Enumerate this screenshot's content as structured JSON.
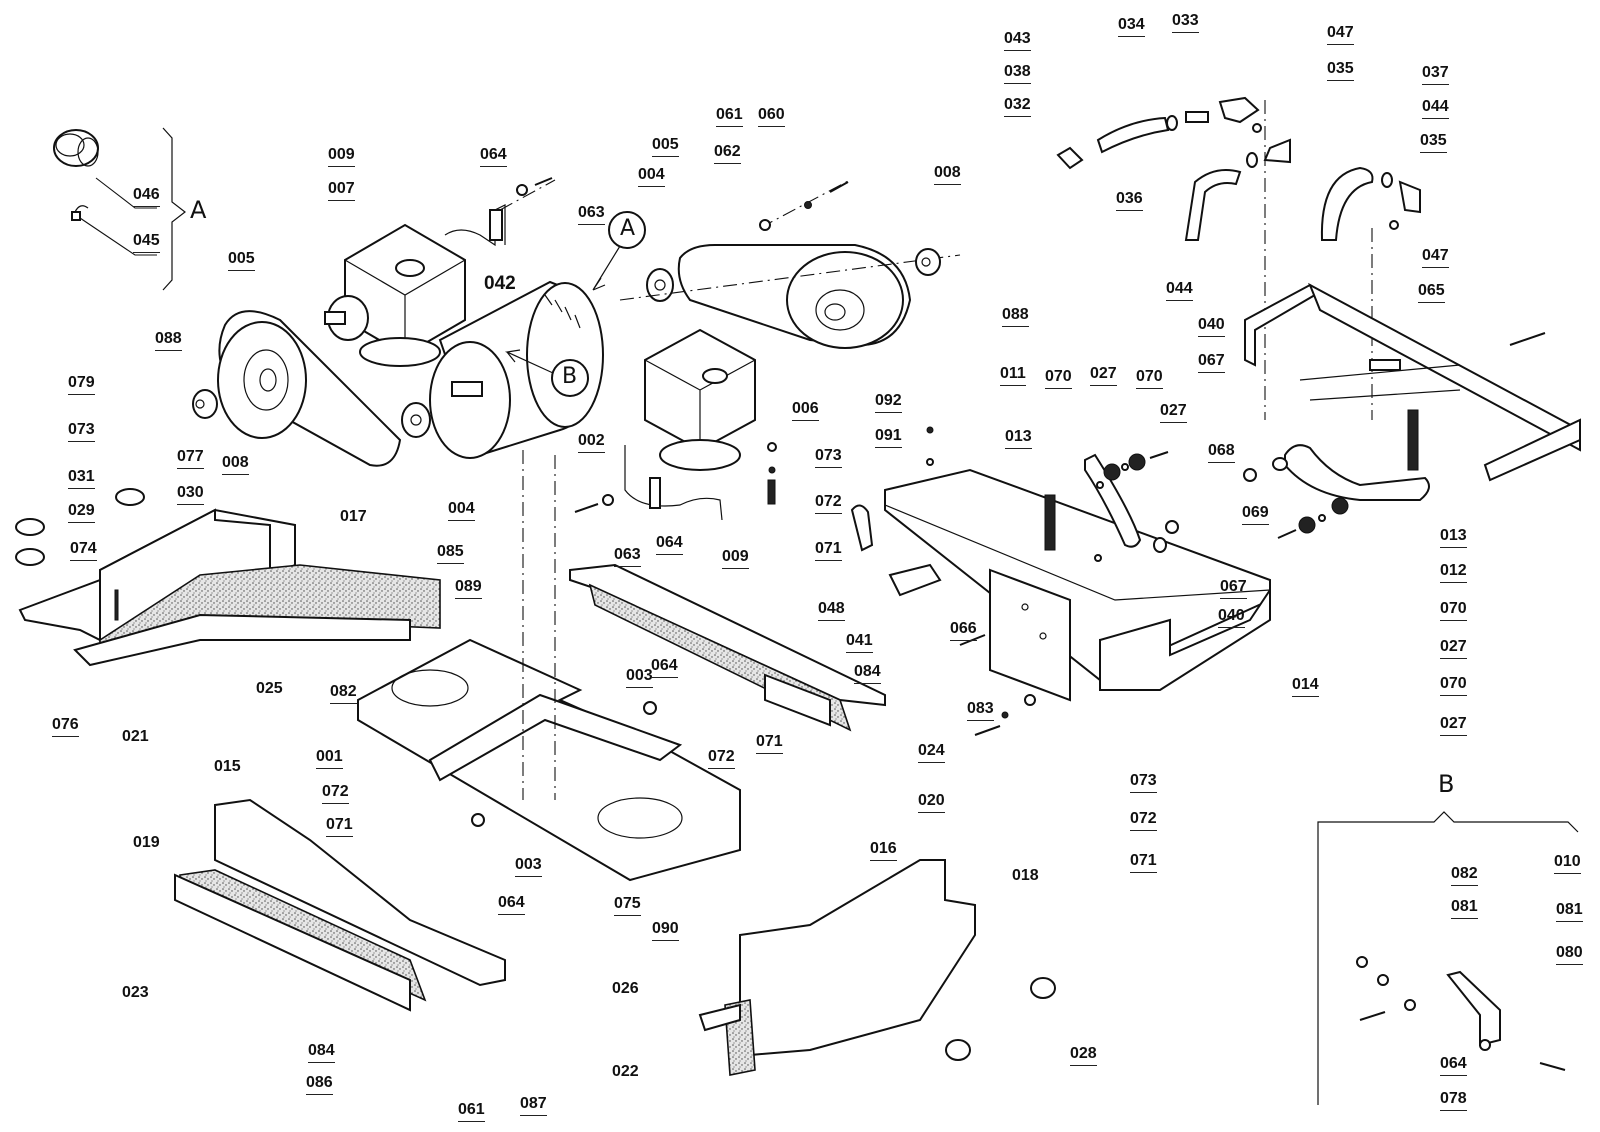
{
  "diagram": {
    "type": "exploded-parts-view",
    "detail_views": [
      {
        "id": "A",
        "label": "A",
        "parts": [
          "046",
          "045"
        ]
      },
      {
        "id": "B",
        "label": "B",
        "parts": [
          "082",
          "081",
          "010",
          "081",
          "080",
          "064",
          "078"
        ]
      }
    ],
    "callouts": {
      "A": "A",
      "B": "B"
    },
    "labels": {
      "l046": "046",
      "l045": "045",
      "lA_bracket": "A",
      "l009a": "009",
      "l007": "007",
      "l064a": "064",
      "l063a": "063",
      "l005a": "005",
      "l088a": "088",
      "l008a": "008",
      "l042": "042",
      "l004a": "004",
      "l005b": "005",
      "l061a": "061",
      "l060": "060",
      "l062": "062",
      "l008b": "008",
      "l088b": "088",
      "l002": "002",
      "l004b": "004",
      "l006": "006",
      "l073a": "073",
      "l072a": "072",
      "l071a": "071",
      "l063b": "063",
      "l064b": "064",
      "l009b": "009",
      "l043": "043",
      "l038": "038",
      "l032": "032",
      "l034": "034",
      "l033": "033",
      "l047a": "047",
      "l035a": "035",
      "l037": "037",
      "l044a": "044",
      "l035b": "035",
      "l036": "036",
      "l044b": "044",
      "l047b": "047",
      "l065": "065",
      "l040a": "040",
      "l067a": "067",
      "l068": "068",
      "l069": "069",
      "l070a": "070",
      "l027a": "027",
      "l070b": "070",
      "l027b": "027",
      "l013a": "013",
      "l012": "012",
      "l014": "014",
      "l092": "092",
      "l091": "091",
      "l013b": "013",
      "l011": "011",
      "l070c": "070",
      "l027c": "027",
      "l070d": "070",
      "l027d": "027",
      "l067b": "067",
      "l040b": "040",
      "l048": "048",
      "l041": "041",
      "l066": "066",
      "l083": "083",
      "l084a": "084",
      "l024": "024",
      "l020": "020",
      "l016": "016",
      "l073b": "073",
      "l072b": "072",
      "l071b": "071",
      "l079": "079",
      "l073c": "073",
      "l077": "077",
      "l031": "031",
      "l030": "030",
      "l029": "029",
      "l074": "074",
      "l017": "017",
      "l085": "085",
      "l089": "089",
      "l025": "025",
      "l082a": "082",
      "l076": "076",
      "l021": "021",
      "l001": "001",
      "l003a": "003",
      "l064c": "064",
      "l072c": "072",
      "l071c": "071",
      "l072d": "072",
      "l071d": "071",
      "l003b": "003",
      "l064d": "064",
      "l015": "015",
      "l019": "019",
      "l023": "023",
      "l084b": "084",
      "l086": "086",
      "l061b": "061",
      "l087": "087",
      "l075": "075",
      "l090": "090",
      "l026": "026",
      "l022": "022",
      "l018": "018",
      "l028": "028",
      "lB_bracket": "B",
      "l082b": "082",
      "l081a": "081",
      "l010": "010",
      "l081b": "081",
      "l080": "080",
      "l064e": "064",
      "l078": "078"
    }
  }
}
